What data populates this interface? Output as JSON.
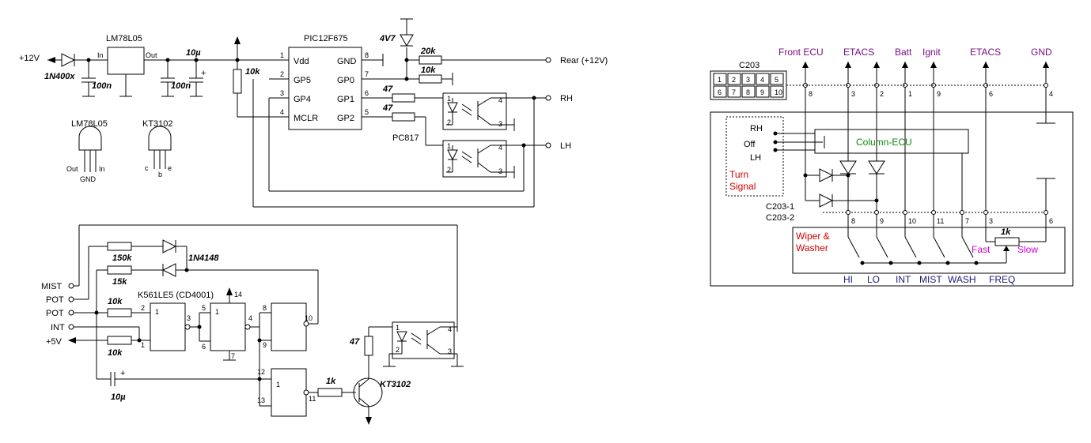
{
  "top_left": {
    "supply": "+12V",
    "diode": "1N400x",
    "regulator": "LM78L05",
    "reg_in": "In",
    "reg_out": "Out",
    "cap1": "100n",
    "cap2": "100n",
    "cap3": "10µ",
    "res_10k": "10k",
    "mcu": "PIC12F675",
    "pins": {
      "vdd": "Vdd",
      "gnd": "GND",
      "gp5": "GP5",
      "gp0": "GP0",
      "gp4": "GP4",
      "gp1": "GP1",
      "mclr": "MCLR",
      "gp2": "GP2",
      "n1": "1",
      "n2": "2",
      "n3": "3",
      "n4": "4",
      "n8": "8",
      "n7": "7",
      "n6": "6",
      "n5": "5"
    },
    "zener": "4V7",
    "r20k": "20k",
    "r10k_b": "10k",
    "r47a": "47",
    "r47b": "47",
    "rear": "Rear (+12V)",
    "rh": "RH",
    "lh": "LH",
    "opto": "PC817",
    "opto_pins": {
      "a1": "1",
      "a2": "2",
      "a3": "3",
      "a4": "4",
      "b1": "1",
      "b2": "2",
      "b3": "3",
      "b4": "4"
    }
  },
  "packages": {
    "reg_name": "LM78L05",
    "reg_out": "Out",
    "reg_in": "In",
    "reg_gnd": "GND",
    "tr_name": "KT3102",
    "tr_c": "c",
    "tr_b": "b",
    "tr_e": "e"
  },
  "bottom_left": {
    "mist": "MIST",
    "pot1": "POT",
    "pot2": "POT",
    "int": "INT",
    "v5": "+5V",
    "r150k": "150k",
    "r15k": "15k",
    "diode": "1N4148",
    "r10k_a": "10k",
    "r10k_b": "10k",
    "ic": "K561LE5 (CD4001)",
    "cap": "10µ",
    "cap_plus": "+",
    "r47": "47",
    "r1k": "1k",
    "tr": "KT3102",
    "gate_pins": {
      "p1": "1",
      "p2": "2",
      "p3": "3",
      "p5": "5",
      "p6": "6",
      "p4": "4",
      "p14": "14",
      "p7": "7",
      "p8": "8",
      "p9": "9",
      "p10": "10",
      "p12": "12",
      "p13": "13",
      "p11": "11",
      "g1": "1",
      "g2": "1",
      "g3": "1",
      "g4": "1",
      "o1": "1",
      "o2": "2",
      "o3": "3",
      "o4": "4"
    }
  },
  "right": {
    "connector": "C203",
    "conn_pins": [
      "1",
      "2",
      "3",
      "4",
      "5",
      "6",
      "7",
      "8",
      "9",
      "10"
    ],
    "top_labels": [
      "Front ECU",
      "ETACS",
      "Batt",
      "Ignit",
      "ETACS",
      "GND"
    ],
    "top_pins": [
      "8",
      "3",
      "2",
      "1",
      "9",
      "6",
      "4"
    ],
    "column_ecu": "Column-ECU",
    "rh": "RH",
    "off": "Off",
    "lh": "LH",
    "turn": "Turn",
    "signal": "Signal",
    "c203_1": "C203-1",
    "c203_2": "C203-2",
    "bottom_pins": [
      "8",
      "9",
      "10",
      "11",
      "7",
      "3",
      "6"
    ],
    "wiper": "Wiper &",
    "washer": "Washer",
    "res": "1k",
    "fast": "Fast",
    "slow": "Slow",
    "bottom_labels": [
      "HI",
      "LO",
      "INT",
      "MIST",
      "WASH",
      "FREQ"
    ],
    "colors": {
      "purple": "#7a0f86",
      "green": "#0a8a0a",
      "red": "#d00000",
      "magenta": "#d000d0",
      "navy": "#1a1a7a"
    }
  }
}
